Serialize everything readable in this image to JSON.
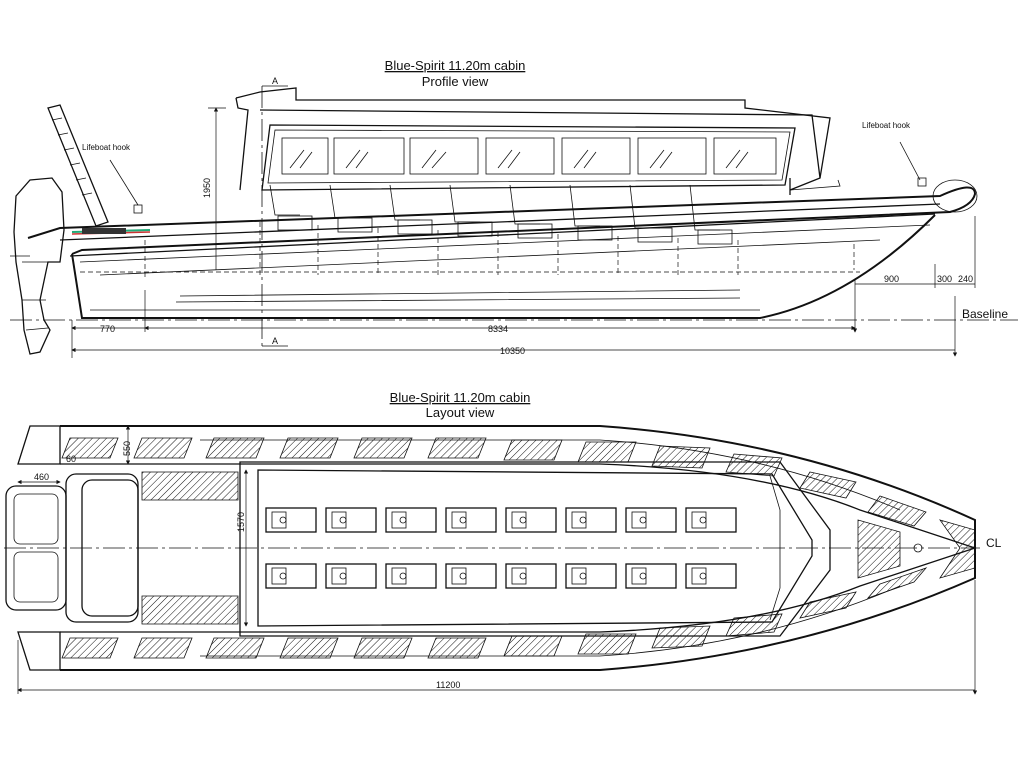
{
  "profile": {
    "title": "Blue-Spirit  11.20m  cabin",
    "subtitle": "Profile view",
    "notes": {
      "lifeboat_hook_left": "Lifeboat hook",
      "lifeboat_hook_right": "Lifeboat hook"
    },
    "section_marker": "A",
    "baseline_label": "Baseline",
    "dims": {
      "height": "1950",
      "aft": "770",
      "mid": "8334",
      "overall": "10350",
      "bow1": "900",
      "bow2": "300",
      "bow3": "240"
    }
  },
  "layout": {
    "title": "Blue-Spirit  11.20m  cabin",
    "subtitle": "Layout view",
    "centerline_label": "CL",
    "dims": {
      "tube": "550",
      "tube_small": "60",
      "stern": "460",
      "beam": "1570",
      "overall": "11200"
    },
    "seats_per_row": 8,
    "seat_rows": 2
  }
}
